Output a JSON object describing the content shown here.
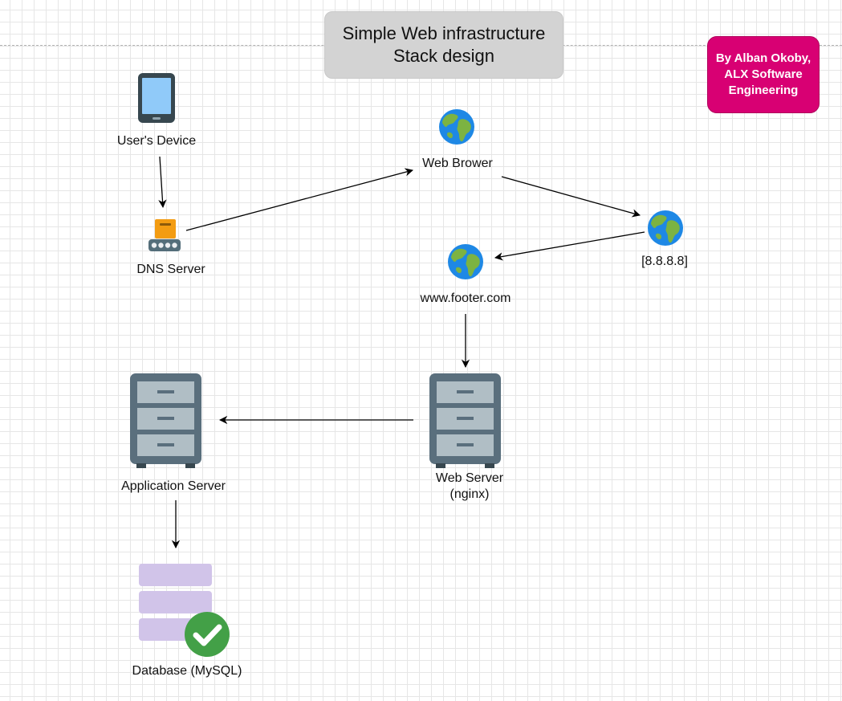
{
  "header": {
    "title": "Simple Web infrastructure\nStack design",
    "author": "By Alban Okoby,\nALX Software\nEngineering"
  },
  "nodes": {
    "user_device": {
      "label": "User's Device",
      "icon": "tablet-icon"
    },
    "dns_server": {
      "label": "DNS Server",
      "icon": "conveyor-box-icon"
    },
    "web_browser": {
      "label": "Web Brower",
      "icon": "globe-icon"
    },
    "dns_resolver": {
      "label": "[8.8.8.8]",
      "icon": "globe-icon"
    },
    "domain": {
      "label": "www.footer.com",
      "icon": "globe-icon"
    },
    "web_server": {
      "label": "Web Server\n(nginx)",
      "icon": "server-cabinet-icon"
    },
    "app_server": {
      "label": "Application Server",
      "icon": "server-cabinet-icon"
    },
    "database": {
      "label": "Database (MySQL)",
      "icon": "database-check-icon"
    }
  },
  "edges": [
    {
      "from": "user_device",
      "to": "dns_server"
    },
    {
      "from": "dns_server",
      "to": "web_browser"
    },
    {
      "from": "web_browser",
      "to": "dns_resolver"
    },
    {
      "from": "dns_resolver",
      "to": "domain"
    },
    {
      "from": "domain",
      "to": "web_server"
    },
    {
      "from": "web_server",
      "to": "app_server"
    },
    {
      "from": "app_server",
      "to": "database"
    }
  ],
  "colors": {
    "author_box": "#d80073",
    "title_box": "#d3d3d3",
    "server_body": "#5a6f7d",
    "server_drawer": "#b0bec5",
    "database_layers": "#d1c4e9",
    "check_badge": "#43a047",
    "globe_ocean": "#1e88e5",
    "globe_land": "#7cb342"
  }
}
